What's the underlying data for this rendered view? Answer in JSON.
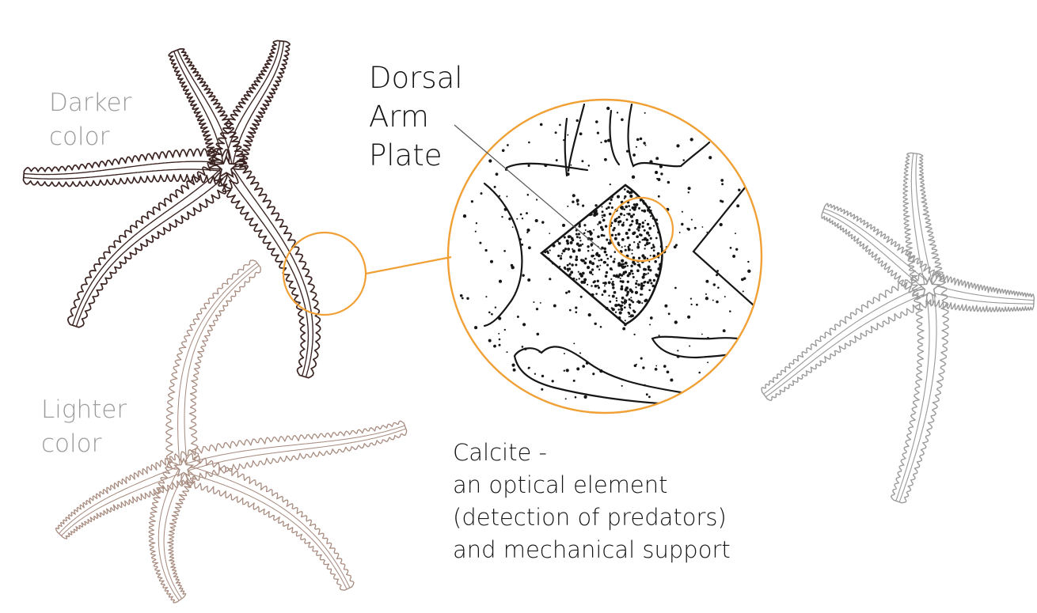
{
  "labels": {
    "darker_line1": "Darker",
    "darker_line2": "color",
    "lighter_line1": "Lighter",
    "lighter_line2": "color",
    "dorsal_line1": "Dorsal",
    "dorsal_line2": "Arm",
    "dorsal_line3": "Plate",
    "calcite_line1": "Calcite -",
    "calcite_line2": "an optical element",
    "calcite_line3": "(detection of predators)",
    "calcite_line4": "and mechanical support"
  },
  "colors": {
    "darker_star": "#3b2421",
    "lighter_star": "#a88c80",
    "gray_star": "#9a9a9a",
    "accent_orange": "#f0a035",
    "ink": "#161616",
    "label_gray": "#9b9b9b"
  }
}
